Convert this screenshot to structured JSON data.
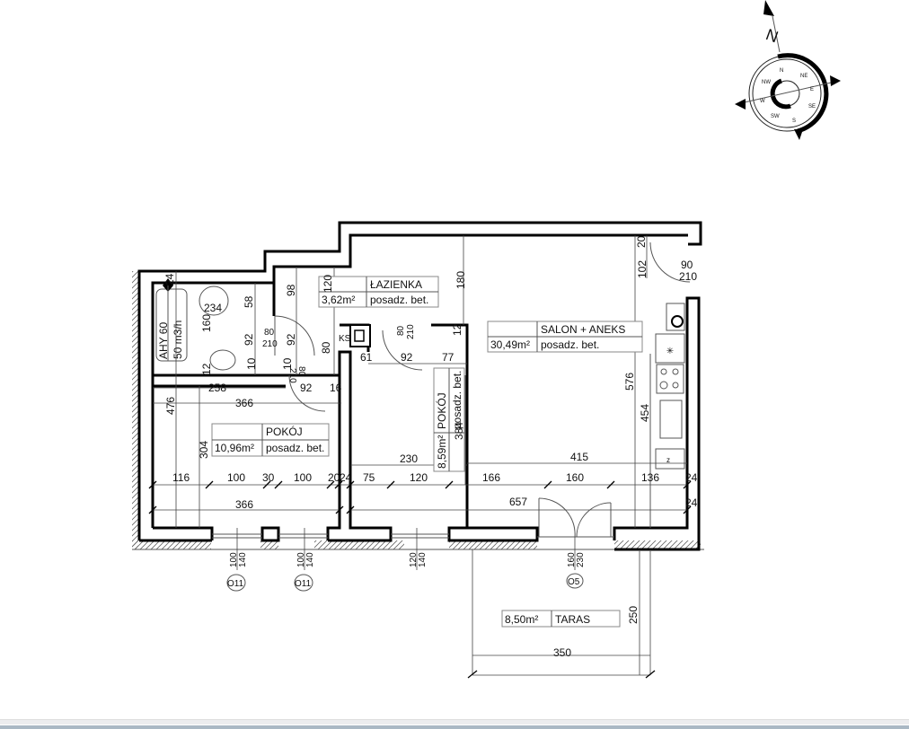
{
  "compass": {
    "north_label": "N",
    "directions": [
      "N",
      "NE",
      "E",
      "SE",
      "S",
      "SW",
      "W",
      "NW"
    ]
  },
  "rooms": {
    "bathroom": {
      "name": "ŁAZIENKA",
      "area": "3,62m²",
      "floor": "posadz. bet."
    },
    "living": {
      "name": "SALON + ANEKS",
      "area": "30,49m²",
      "floor": "posadz. bet."
    },
    "room_small": {
      "name": "POKÓJ",
      "area": "8,59m²",
      "floor": "posadz. bet."
    },
    "room_large": {
      "name": "POKÓJ",
      "area": "10,96m²",
      "floor": "posadz. bet."
    },
    "terrace": {
      "name": "TARAS",
      "area": "8,50m²"
    }
  },
  "equipment": {
    "boiler_model": "AHY 60",
    "boiler_capacity": "50 m3/h",
    "ks_label": "KS",
    "fridge_label": "z"
  },
  "dims": {
    "bath_120": "120",
    "bath_98": "98",
    "bath_58": "58",
    "bath_234": "234",
    "bath_160": "160",
    "bath_92a": "92",
    "bath_92b": "92",
    "door_bath_w": "80",
    "door_bath_h": "210",
    "bath_80": "80",
    "bath_10a": "10",
    "bath_10b": "10",
    "wall_12": "12",
    "d_258": "258",
    "d_92c": "92",
    "d_16": "16",
    "d_366a": "366",
    "d_476": "476",
    "d_24top": "24",
    "door_room_w": "80",
    "door_room_h": "210",
    "door_small_w": "80",
    "door_small_h": "210",
    "d_12b": "12",
    "d_61": "61",
    "d_92d": "92",
    "d_77": "77",
    "d_384": "384",
    "d_180": "180",
    "d_20": "20",
    "d_102": "102",
    "door_entry_w": "90",
    "door_entry_h": "210",
    "d_576": "576",
    "d_454": "454",
    "d_304": "304",
    "d_230": "230",
    "d_415": "415",
    "row": [
      "116",
      "100",
      "30",
      "100",
      "20",
      "24",
      "75",
      "120",
      "166",
      "160",
      "136",
      "24"
    ],
    "d_366b": "366",
    "d_657": "657",
    "d_24b": "24",
    "win1_w": "100",
    "win1_h": "140",
    "win2_w": "100",
    "win2_h": "140",
    "win3_w": "120",
    "win3_h": "140",
    "door5_w": "160",
    "door5_h": "230",
    "d_250": "250",
    "d_350": "350"
  },
  "openings": {
    "win1": "O11",
    "win2": "O11",
    "door5": "O5"
  }
}
